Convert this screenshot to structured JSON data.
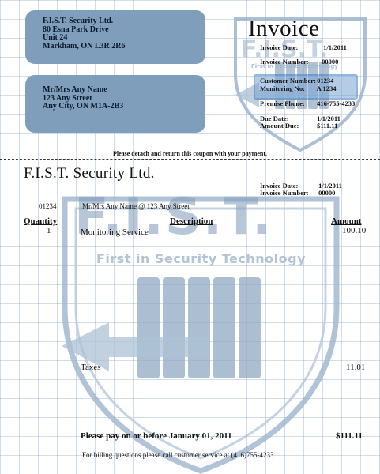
{
  "sender": {
    "name": "F.I.S.T. Security Ltd.",
    "street": "80 Esna Park Drive",
    "unit": "Unit 24",
    "city": "Markham, ON  L3R 2R6"
  },
  "recipient": {
    "name": "Mr/Mrs Any Name",
    "street": "123 Any Street",
    "city": "Any City, ON  M1A-2B3"
  },
  "coupon": {
    "title": "Invoice",
    "invoice_date_label": "Invoice Date:",
    "invoice_date": "1/1/2011",
    "invoice_number_label": "Invoice Number:",
    "invoice_number": "00000",
    "customer_number_label": "Customer Number:",
    "customer_number": "01234",
    "monitoring_no_label": "Monitoring No:",
    "monitoring_no": "A 1234",
    "premise_phone_label": "Premise Phone:",
    "premise_phone": "416-755-4233",
    "due_date_label": "Due Date:",
    "due_date": "1/1/2011",
    "amount_due_label": "Amount Due:",
    "amount_due": "$111.11",
    "detach_note": "Please detach and return this coupon with your payment."
  },
  "logo": {
    "letters": "F.I.S.T.",
    "tagline": "First in Security Technology"
  },
  "invoice": {
    "company": "F.I.S.T. Security Ltd.",
    "invoice_date_label": "Invoice Date:",
    "invoice_date": "1/1/2011",
    "invoice_number_label": "Invoice Number:",
    "invoice_number": "00000",
    "customer_number": "01234",
    "customer_line": "Mr/Mrs Any Name @ 123 Any Street",
    "headers": {
      "quantity": "Quantity",
      "description": "Description",
      "amount": "Amount"
    },
    "line_item": {
      "quantity": "1",
      "description": "Monitoring Service",
      "amount": "100.10"
    },
    "taxes_label": "Taxes",
    "taxes_amount": "11.01",
    "pay_by_text": "Please pay on or before January 01, 2011",
    "total": "$111.11",
    "billing_note": "For billing questions please call customer service at (416)755-4233"
  },
  "colors": {
    "address_box": "#7f9ebc",
    "highlight": "#7aa4d3",
    "watermark": "#6f93b8"
  }
}
